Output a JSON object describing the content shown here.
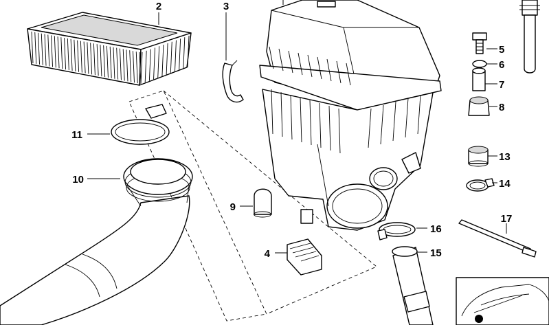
{
  "callouts": [
    {
      "id": "c2",
      "number": "2"
    },
    {
      "id": "c3",
      "number": "3"
    },
    {
      "id": "c4",
      "number": "4"
    },
    {
      "id": "c5",
      "number": "5"
    },
    {
      "id": "c6",
      "number": "6"
    },
    {
      "id": "c7",
      "number": "7"
    },
    {
      "id": "c8",
      "number": "8"
    },
    {
      "id": "c9",
      "number": "9"
    },
    {
      "id": "c10",
      "number": "10"
    },
    {
      "id": "c11",
      "number": "11"
    },
    {
      "id": "c13",
      "number": "13"
    },
    {
      "id": "c14",
      "number": "14"
    },
    {
      "id": "c15",
      "number": "15"
    },
    {
      "id": "c16",
      "number": "16"
    },
    {
      "id": "c17",
      "number": "17"
    }
  ]
}
